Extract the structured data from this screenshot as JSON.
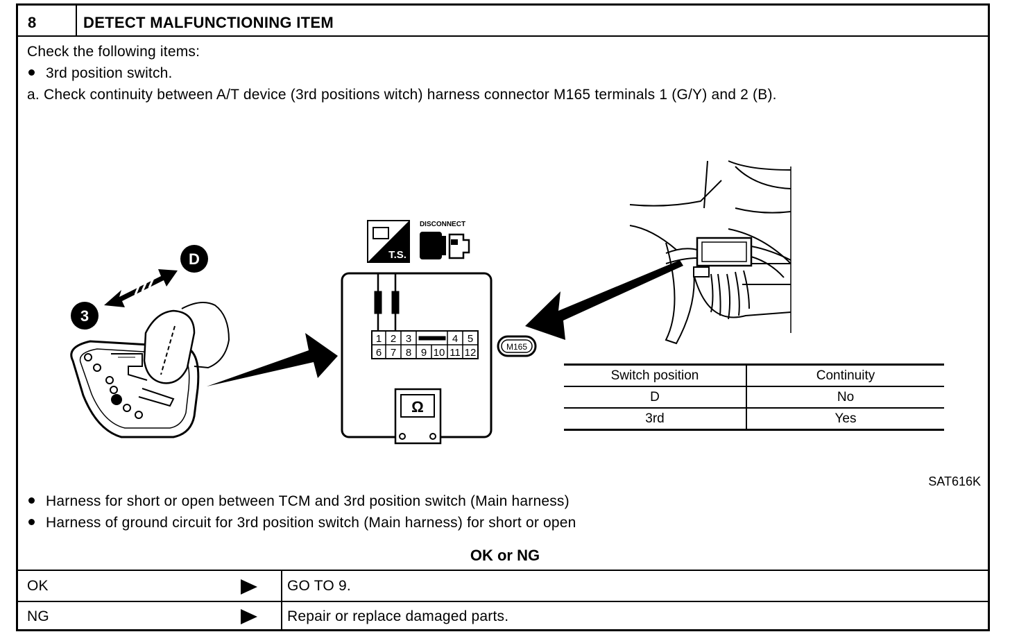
{
  "header": {
    "step": "8",
    "title": "DETECT MALFUNCTIONING ITEM"
  },
  "intro": {
    "line1": "Check the following items:",
    "bullet1": "3rd position switch.",
    "step_a": "a.  Check continuity between A/T device (3rd positions witch) harness connector M165 terminals 1 (G/Y) and 2 (B)."
  },
  "figure": {
    "labels": {
      "gear_d": "D",
      "gear_3": "3",
      "ts": "T.S.",
      "disconnect": "DISCONNECT",
      "connector": "M165",
      "ohm": "Ω"
    },
    "terminals_top": [
      "1",
      "2",
      "3",
      "",
      "4",
      "5"
    ],
    "terminals_bottom": [
      "6",
      "7",
      "8",
      "9",
      "10",
      "11",
      "12"
    ],
    "reference": "SAT616K"
  },
  "switch_table": {
    "headers": [
      "Switch position",
      "Continuity"
    ],
    "rows": [
      [
        "D",
        "No"
      ],
      [
        "3rd",
        "Yes"
      ]
    ]
  },
  "checks": {
    "bullet2": "Harness for short or open between TCM and 3rd position switch (Main harness)",
    "bullet3": "Harness of ground circuit for 3rd position switch (Main harness) for short or open"
  },
  "result": {
    "question": "OK or NG",
    "ok_label": "OK",
    "ok_action": "GO TO 9.",
    "ng_label": "NG",
    "ng_action": "Repair or replace damaged parts."
  }
}
